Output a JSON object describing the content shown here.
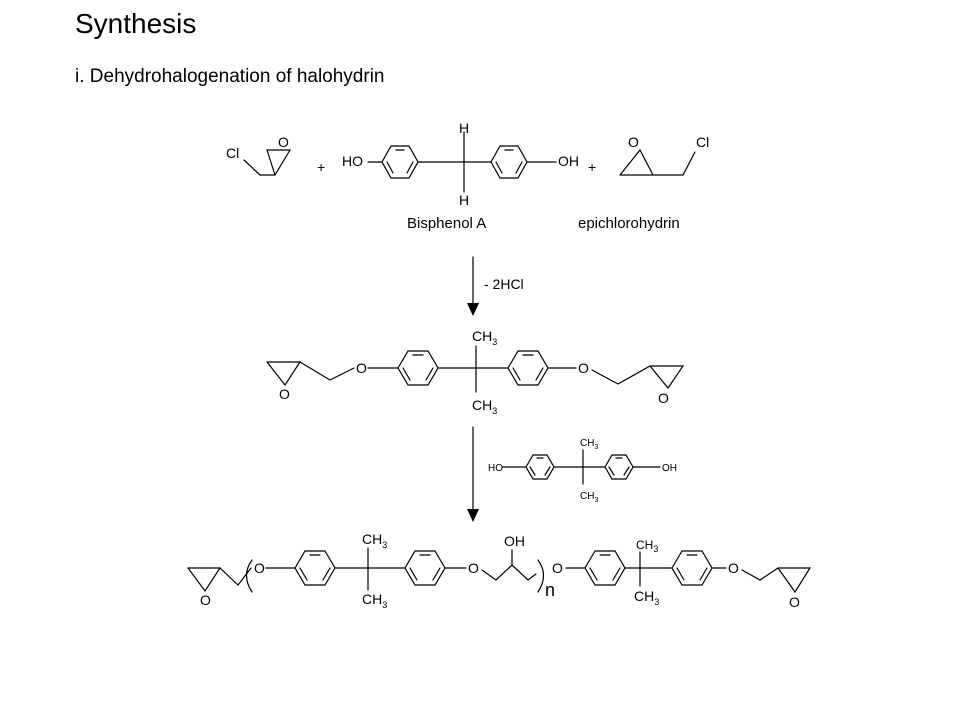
{
  "slide": {
    "title": "Synthesis",
    "subtitle": "i. Dehydrohalogenation  of halohydrin"
  },
  "reactants": {
    "epichlorohydrin_left": {
      "cl": "Cl",
      "o": "O"
    },
    "plus_1": "+",
    "plus_2": "+",
    "bisphenol_a": {
      "ho": "HO",
      "oh": "OH",
      "h_top": "H",
      "h_bottom": "H",
      "caption": "Bisphenol A"
    },
    "epichlorohydrin_right": {
      "o": "O",
      "cl": "Cl",
      "caption": "epichlorohydrin"
    }
  },
  "step1": {
    "condition": "- 2HCl"
  },
  "diglycidyl_ether": {
    "ch3_top": "CH",
    "ch3_top_sub": "3",
    "ch3_bottom": "CH",
    "ch3_bottom_sub": "3",
    "o_epoxide_left": "O",
    "o_ether_left": "O",
    "o_ether_right": "O",
    "o_epoxide_right": "O"
  },
  "step2": {
    "reagent": {
      "ho": "HO",
      "oh": "OH",
      "ch3_top": "CH",
      "ch3_top_sub": "3",
      "ch3_bottom": "CH",
      "ch3_bottom_sub": "3"
    }
  },
  "polymer": {
    "o_epoxide_left": "O",
    "o_1": "O",
    "ch3_top_1": "CH",
    "ch3_top_1_sub": "3",
    "ch3_bottom_1": "CH",
    "ch3_bottom_1_sub": "3",
    "o_2": "O",
    "oh": "OH",
    "n": "n",
    "o_3": "O",
    "ch3_top_2": "CH",
    "ch3_top_2_sub": "3",
    "ch3_bottom_2": "CH",
    "ch3_bottom_2_sub": "3",
    "o_4": "O",
    "o_epoxide_right": "O"
  }
}
